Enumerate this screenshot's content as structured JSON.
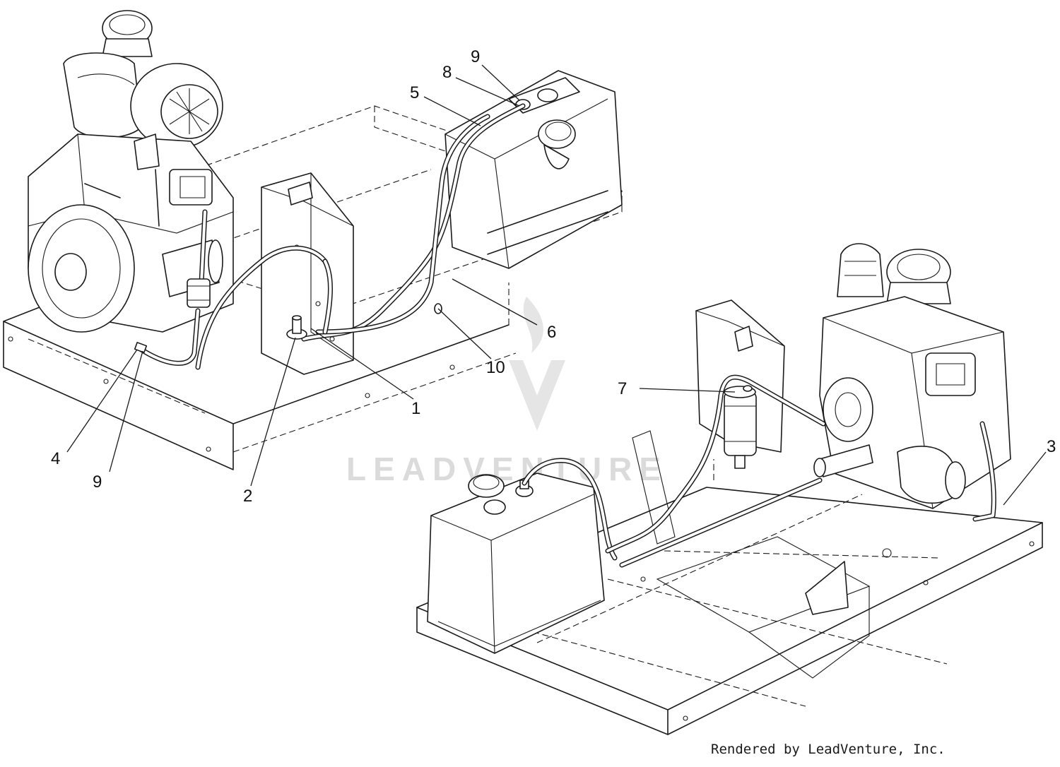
{
  "callouts": {
    "c1": "1",
    "c2": "2",
    "c3": "3",
    "c4": "4",
    "c5": "5",
    "c6": "6",
    "c7": "7",
    "c8": "8",
    "c9a": "9",
    "c9b": "9",
    "c10": "10"
  },
  "watermark": {
    "text": "LEADVENTURE"
  },
  "credit": {
    "text": "Rendered by LeadVenture, Inc."
  }
}
